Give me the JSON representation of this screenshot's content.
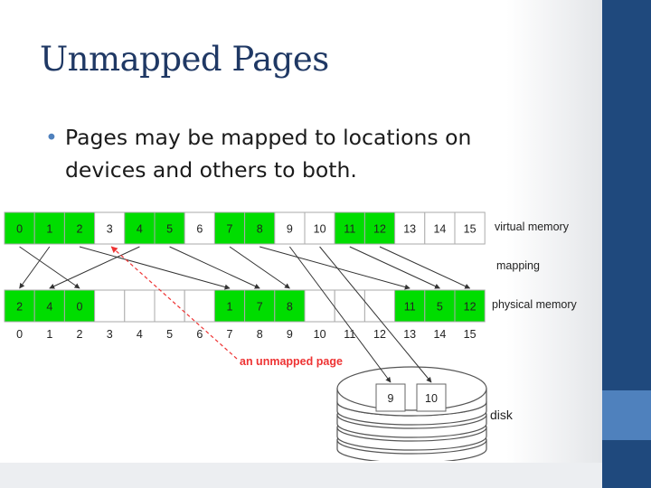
{
  "slide": {
    "title": "Unmapped Pages",
    "bullet": "Pages may be mapped to locations on devices and others to both."
  },
  "diagram": {
    "colors": {
      "mapped": "#00dd00",
      "empty": "#ffffff",
      "border": "#aaaaaa",
      "arrow": "#333333",
      "unmapped_arrow": "#ee3333",
      "accent_bar": "#1f497d",
      "accent_bar_light": "#4f81bd"
    },
    "virtual_memory": {
      "label": "virtual memory",
      "cells": [
        "0",
        "1",
        "2",
        "3",
        "4",
        "5",
        "6",
        "7",
        "8",
        "9",
        "10",
        "11",
        "12",
        "13",
        "14",
        "15"
      ],
      "mapped": [
        true,
        true,
        true,
        false,
        true,
        true,
        false,
        true,
        true,
        false,
        false,
        true,
        true,
        false,
        false,
        false
      ]
    },
    "mapping_label": "mapping",
    "physical_memory": {
      "label": "physical memory",
      "cells": [
        "2",
        "4",
        "0",
        "",
        "",
        "",
        "",
        "1",
        "7",
        "8",
        "",
        "",
        "",
        "11",
        "5",
        "12"
      ],
      "mapped": [
        true,
        true,
        true,
        false,
        false,
        false,
        false,
        true,
        true,
        true,
        false,
        false,
        false,
        true,
        true,
        true
      ]
    },
    "frame_numbers": [
      "0",
      "1",
      "2",
      "3",
      "4",
      "5",
      "6",
      "7",
      "8",
      "9",
      "10",
      "11",
      "12",
      "13",
      "14",
      "15"
    ],
    "mappings": [
      {
        "from": 0,
        "to": 2
      },
      {
        "from": 1,
        "to": 0
      },
      {
        "from": 2,
        "to": 7
      },
      {
        "from": 4,
        "to": 1
      },
      {
        "from": 5,
        "to": 8
      },
      {
        "from": 7,
        "to": 9
      },
      {
        "from": 8,
        "to": 13
      },
      {
        "from": 11,
        "to": 14
      },
      {
        "from": 12,
        "to": 15
      }
    ],
    "unmapped_label": "an unmapped page",
    "unmapped_from": 3,
    "disk": {
      "label": "disk",
      "blocks": [
        "9",
        "10"
      ]
    },
    "disk_mappings": [
      {
        "from": 9,
        "block": 0
      },
      {
        "from": 10,
        "block": 1
      }
    ]
  }
}
